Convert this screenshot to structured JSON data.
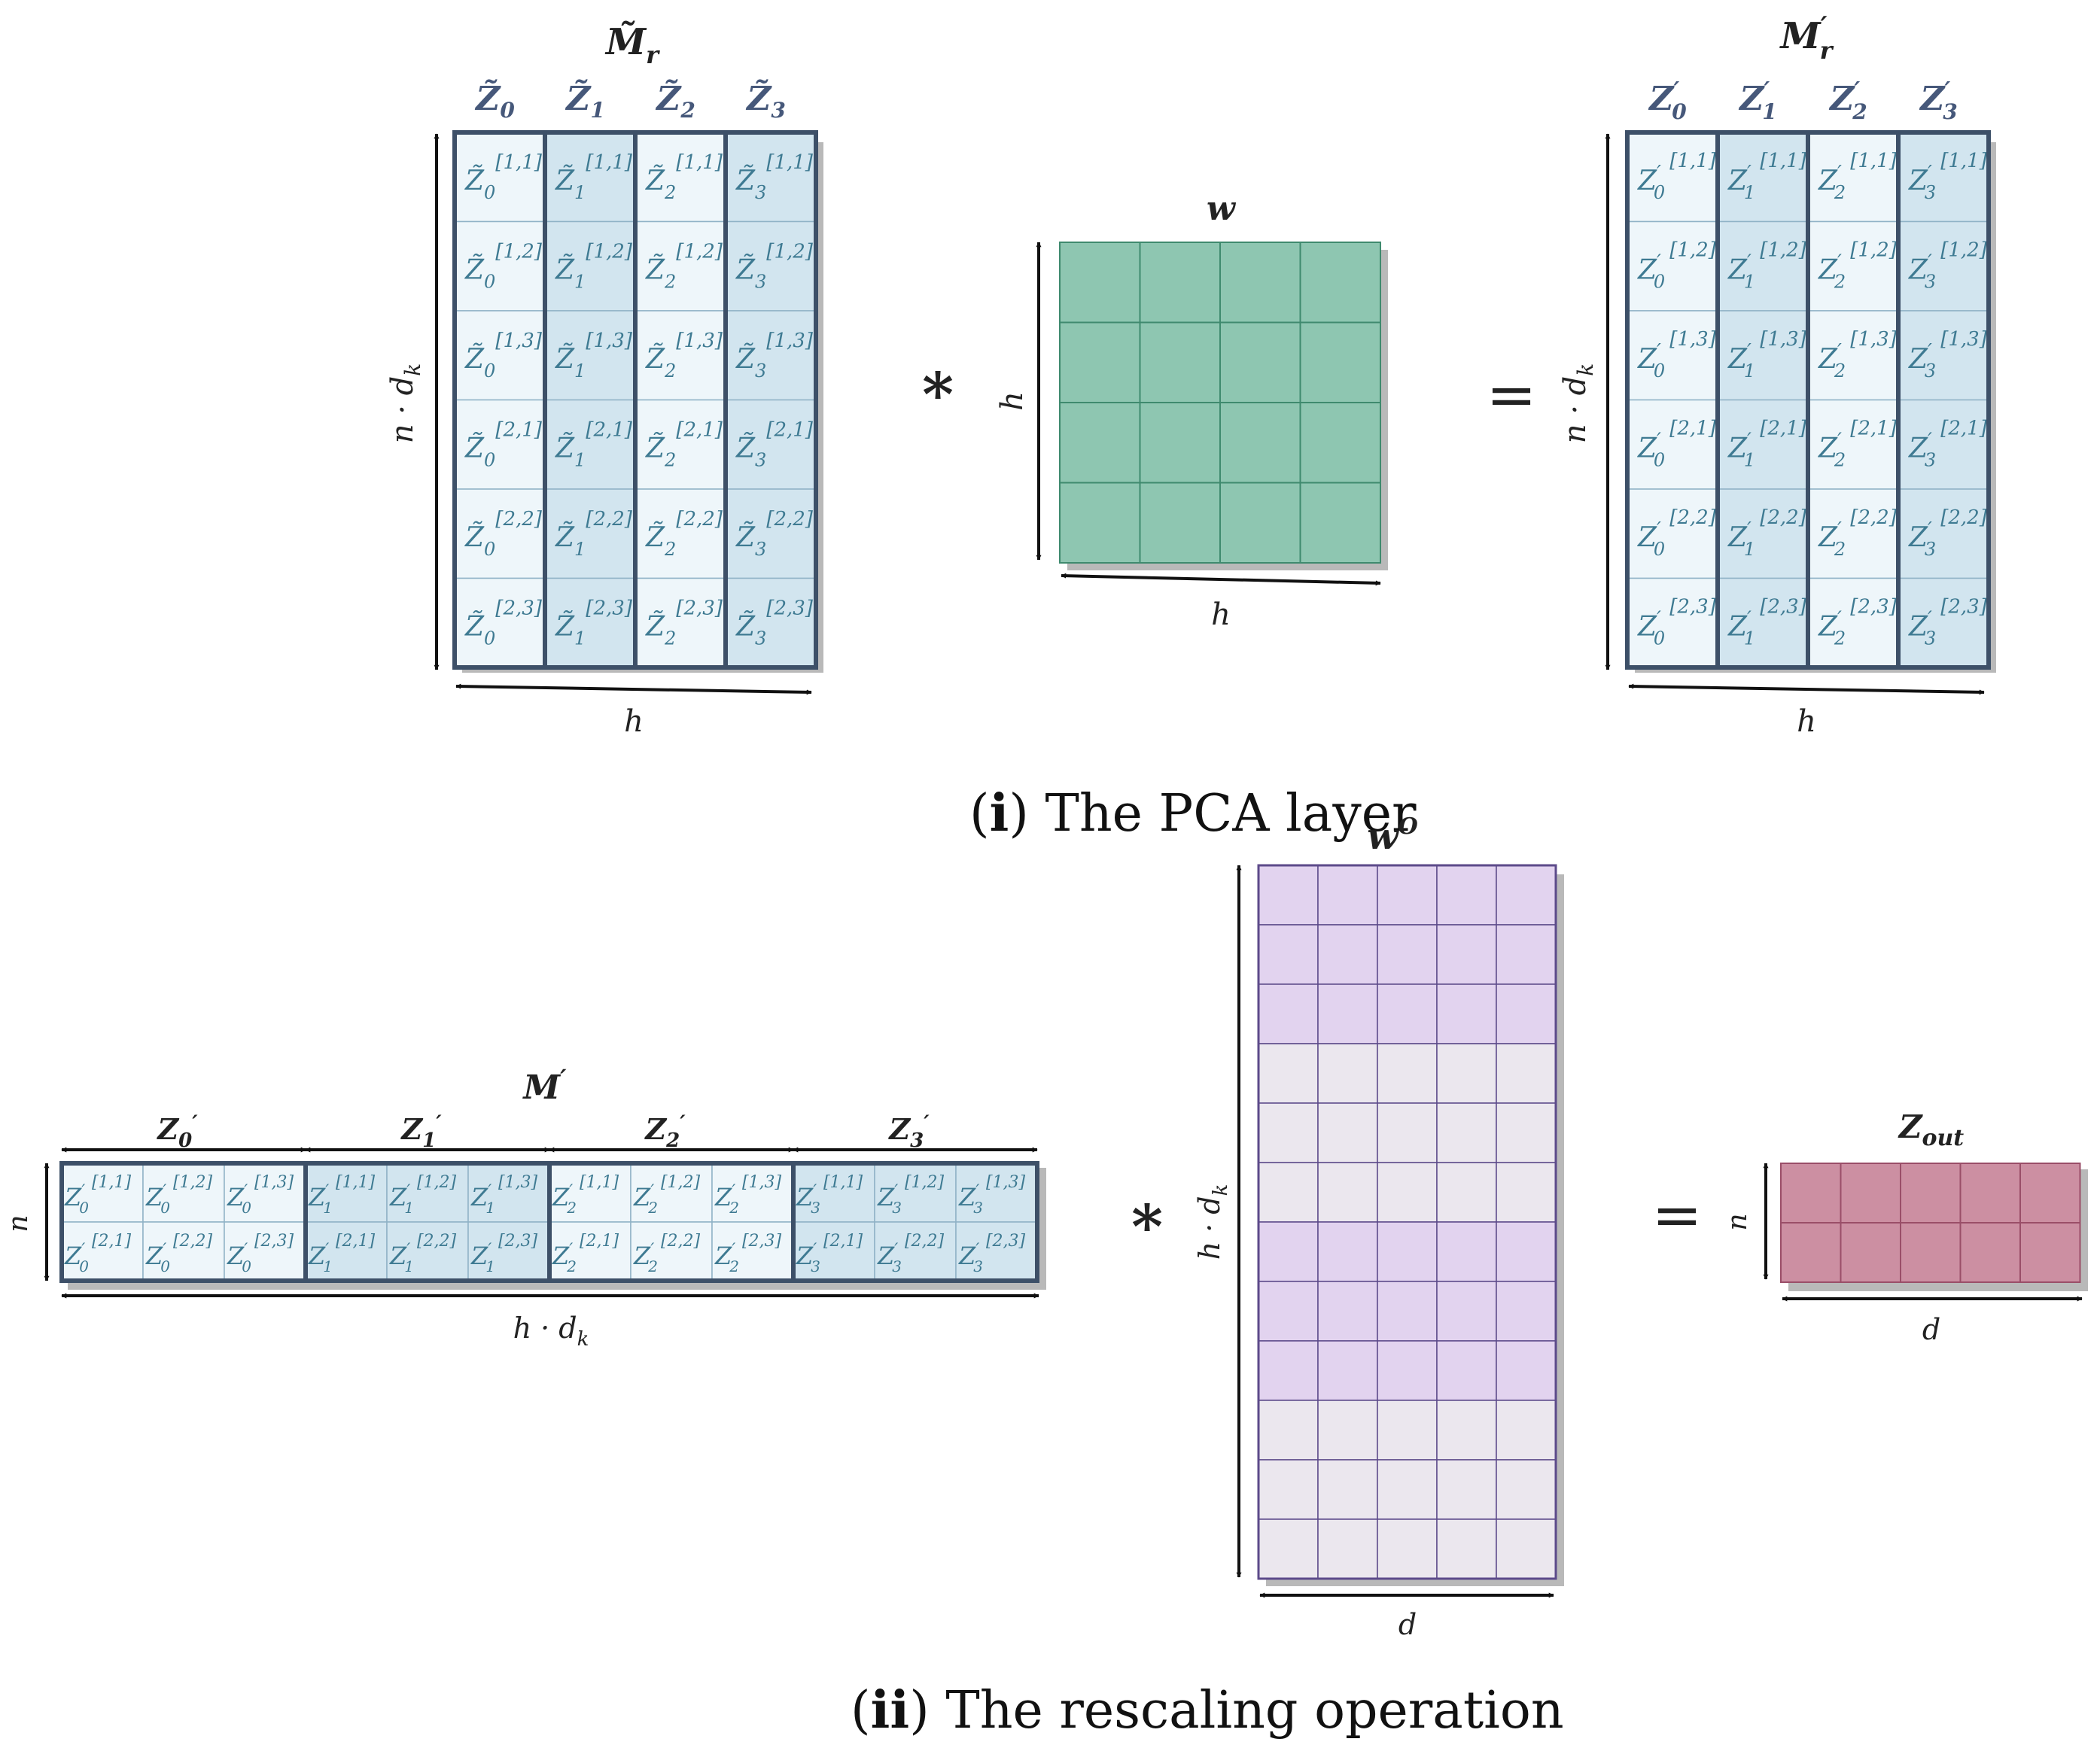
{
  "panel_i": {
    "caption_num": "i",
    "caption_text": " The PCA layer",
    "left_matrix": {
      "title": "M̃",
      "title_sub": "r",
      "col_heads": [
        "Z̃",
        "Z̃",
        "Z̃",
        "Z̃"
      ],
      "col_subs": [
        "0",
        "1",
        "2",
        "3"
      ],
      "cell_base": "Z̃",
      "row_label": "n · d",
      "row_label_sub": "k",
      "col_label": "h"
    },
    "operator_mul": "*",
    "weight": {
      "title": "w",
      "row_label": "h",
      "col_label": "h"
    },
    "operator_eq": "=",
    "right_matrix": {
      "title": "M",
      "title_sup": "′",
      "title_sub": "r",
      "col_heads": [
        "Z",
        "Z",
        "Z",
        "Z"
      ],
      "col_subs": [
        "0",
        "1",
        "2",
        "3"
      ],
      "cell_base": "Z",
      "row_label": "n · d",
      "row_label_sub": "k",
      "col_label": "h"
    },
    "cell_index_rows": [
      "[1,1]",
      "[1,2]",
      "[1,3]",
      "[2,1]",
      "[2,2]",
      "[2,3]"
    ]
  },
  "panel_ii": {
    "caption_num": "ii",
    "caption_text": " The rescaling operation",
    "concat": {
      "title": "M",
      "title_sup": "′",
      "groups": [
        "Z",
        "Z",
        "Z",
        "Z"
      ],
      "group_subs": [
        "0",
        "1",
        "2",
        "3"
      ],
      "cell_base": "Z",
      "row_label": "n",
      "col_label": "h · d",
      "col_label_sub": "k",
      "top_indices": [
        "[1,1]",
        "[1,2]",
        "[1,3]"
      ],
      "bottom_indices": [
        "[2,1]",
        "[2,2]",
        "[2,3]"
      ]
    },
    "operator_mul": "*",
    "wo": {
      "title": "w",
      "title_sup": "O",
      "row_label": "h · d",
      "row_label_sub": "k",
      "col_label": "d",
      "row_shading": [
        "purple",
        "purple",
        "purple",
        "gray",
        "gray",
        "gray",
        "purple",
        "purple",
        "purple",
        "gray",
        "gray",
        "gray"
      ]
    },
    "operator_eq": "=",
    "output": {
      "title": "Z",
      "title_sub": "out",
      "row_label": "n",
      "col_label": "d"
    }
  },
  "colors": {
    "frame": "#3d5068",
    "cell_light": "#eef6fa",
    "cell_dark": "#d2e5ef",
    "cell_text": "#3e7a92",
    "head_text": "#46587a",
    "green_fill": "#8ec6b1",
    "green_line": "#3f8a6e",
    "purple_fill": "#e2d3ef",
    "gray_fill": "#ebe7ee",
    "purple_line": "#5c4a8a",
    "pink_fill": "#cc8fa2",
    "pink_line": "#9a4e68"
  }
}
